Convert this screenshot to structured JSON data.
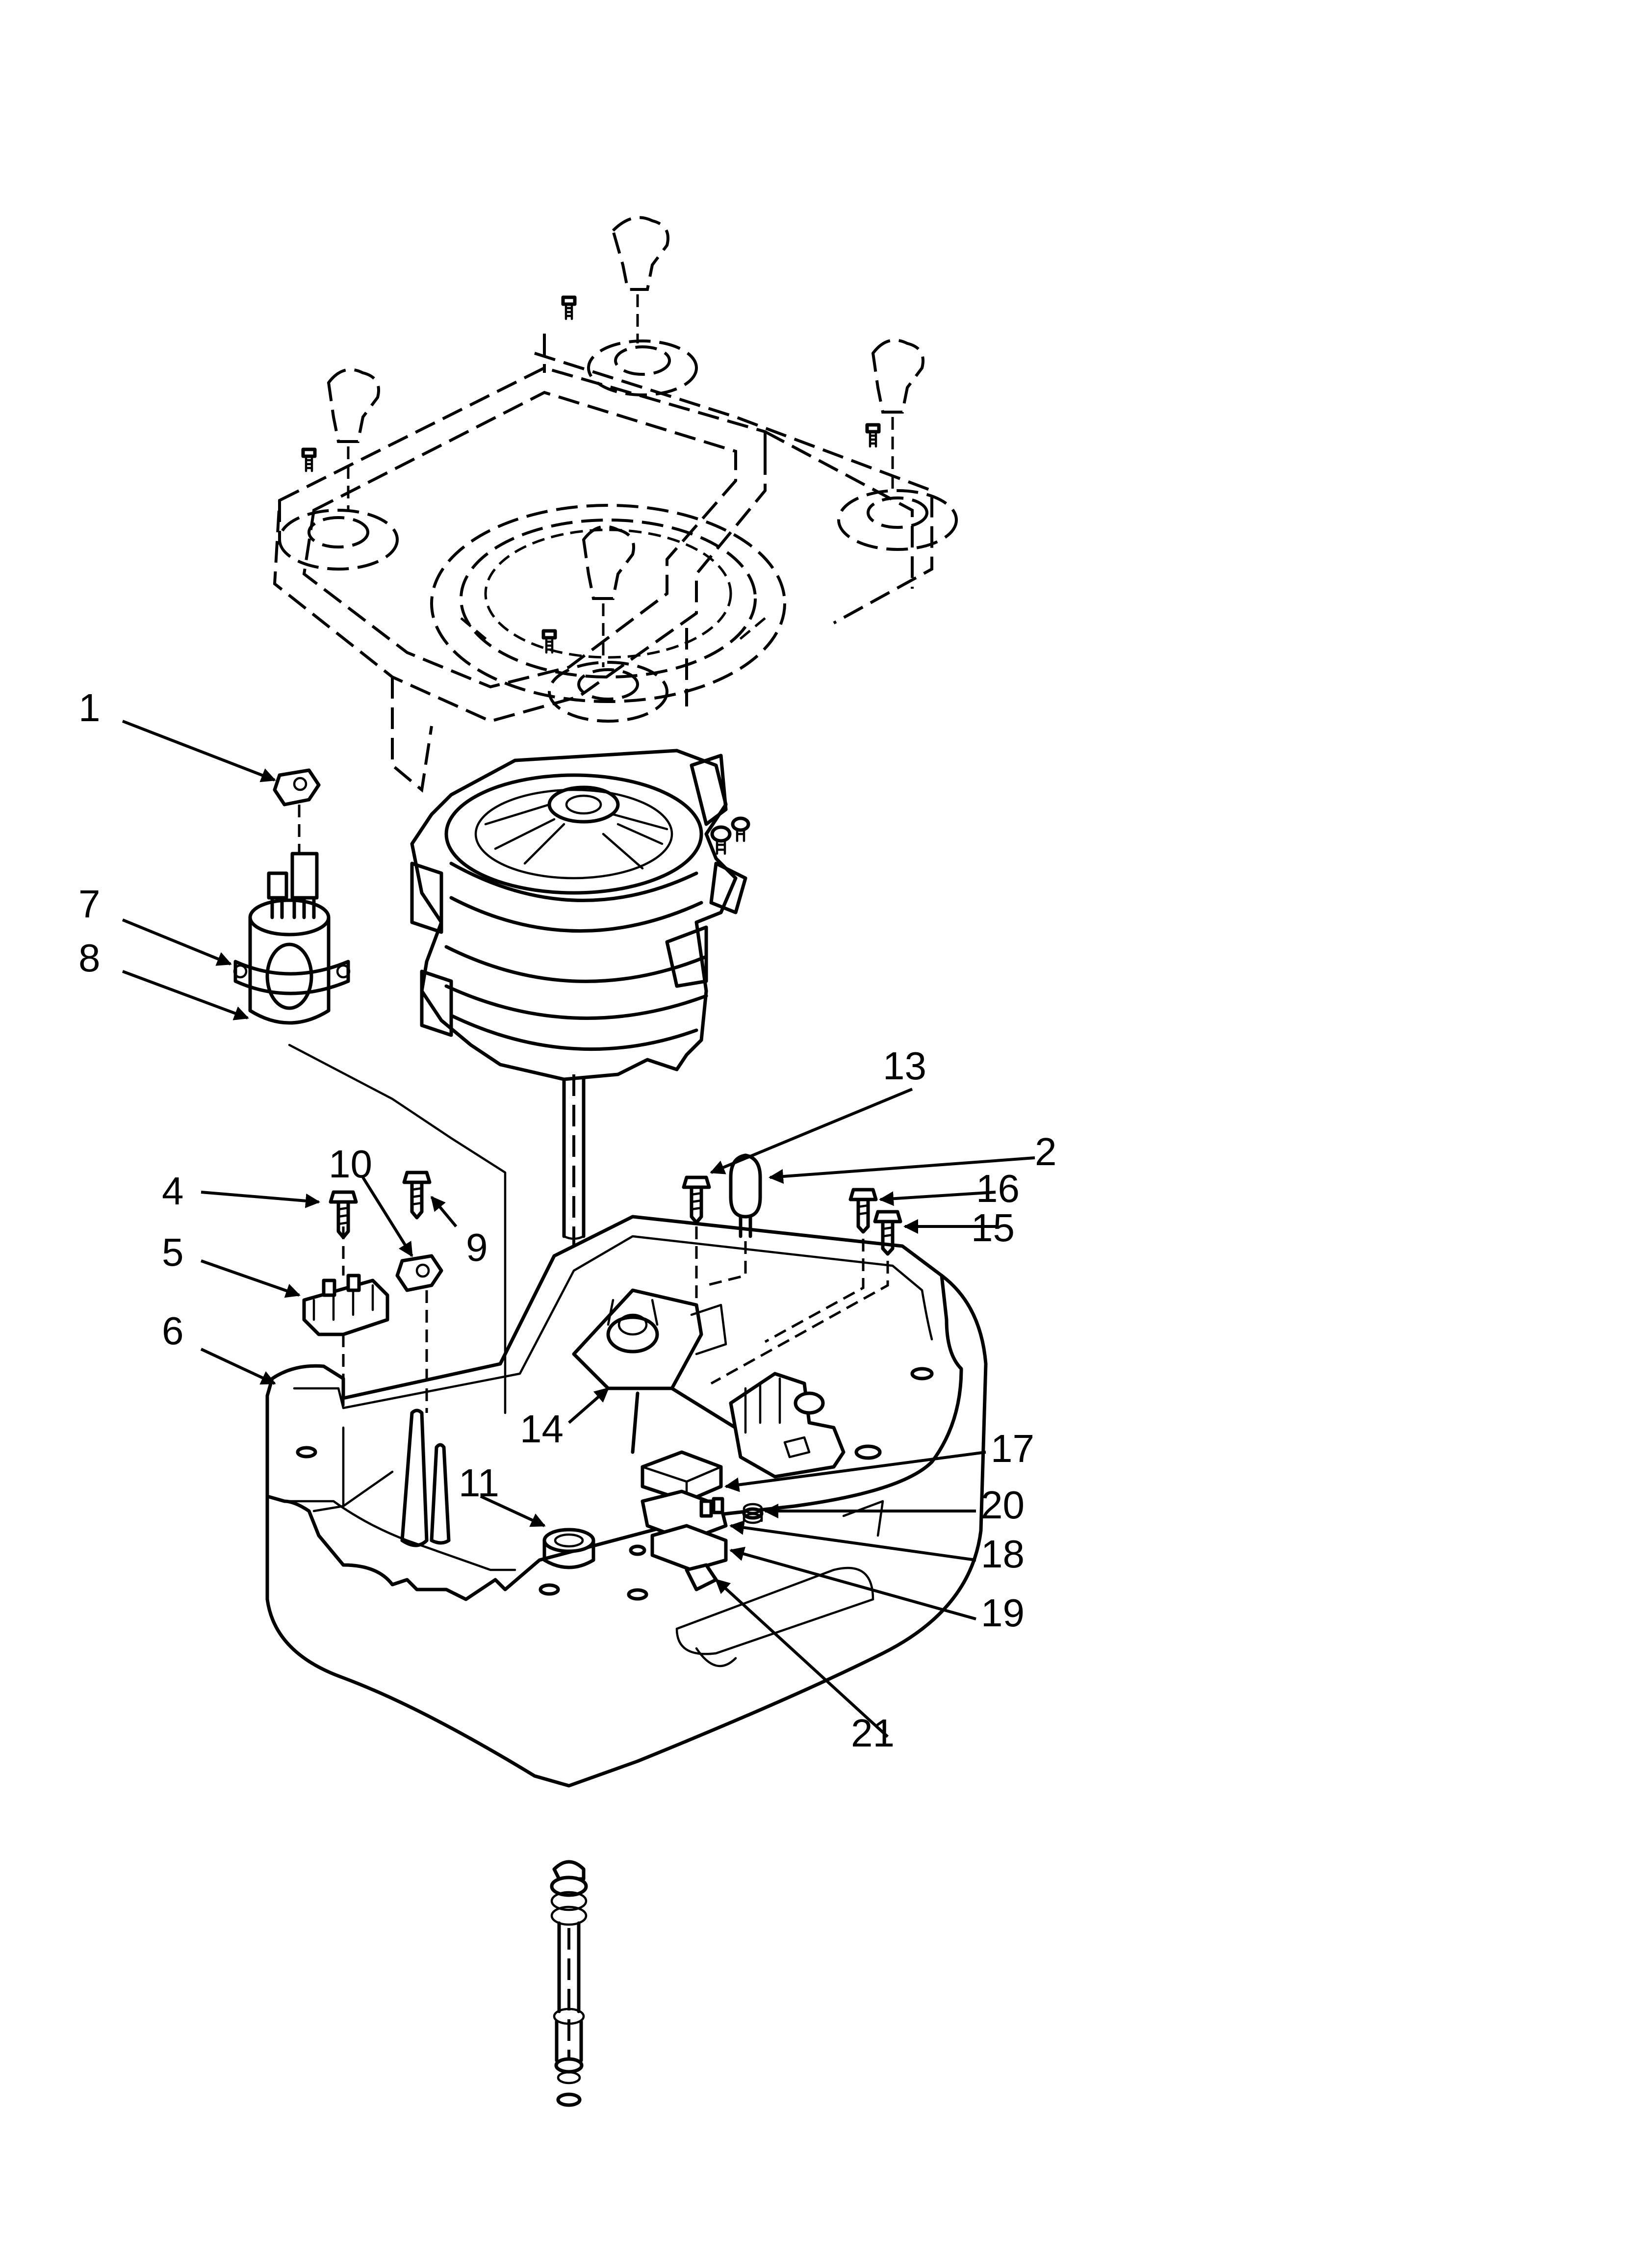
{
  "callouts": [
    {
      "id": "1",
      "label": "1"
    },
    {
      "id": "2",
      "label": "2"
    },
    {
      "id": "4",
      "label": "4"
    },
    {
      "id": "5",
      "label": "5"
    },
    {
      "id": "6",
      "label": "6"
    },
    {
      "id": "7",
      "label": "7"
    },
    {
      "id": "8",
      "label": "8"
    },
    {
      "id": "9",
      "label": "9"
    },
    {
      "id": "10",
      "label": "10"
    },
    {
      "id": "11",
      "label": "11"
    },
    {
      "id": "13",
      "label": "13"
    },
    {
      "id": "14",
      "label": "14"
    },
    {
      "id": "15",
      "label": "15"
    },
    {
      "id": "16",
      "label": "16"
    },
    {
      "id": "17",
      "label": "17"
    },
    {
      "id": "18",
      "label": "18"
    },
    {
      "id": "19",
      "label": "19"
    },
    {
      "id": "20",
      "label": "20"
    },
    {
      "id": "21",
      "label": "21"
    }
  ]
}
